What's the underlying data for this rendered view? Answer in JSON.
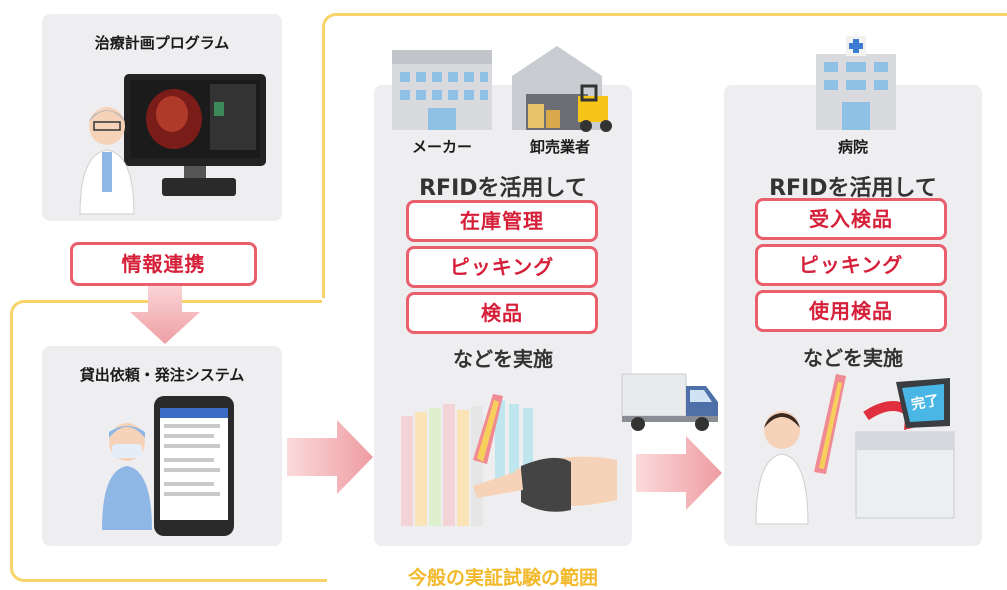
{
  "colors": {
    "accent_red": "#d6203a",
    "border_red": "#e95f6c",
    "arrow_pink": "#efa0a4",
    "scope_yellow": "#f8d36a",
    "card_gray": "#eeeef0"
  },
  "treatment_card": {
    "title": "治療計画プログラム",
    "icons": [
      "doctor-icon",
      "computer-monitor-icon"
    ]
  },
  "info_link": {
    "label": "情報連携"
  },
  "lending_card": {
    "title": "貸出依頼・発注システム",
    "icons": [
      "surgeon-icon",
      "smartphone-icon"
    ]
  },
  "maker_card": {
    "maker_label": "メーカー",
    "wholesaler_label": "卸売業者",
    "heading": "RFIDを活用して",
    "items": [
      "在庫管理",
      "ピッキング",
      "検品"
    ],
    "footer": "などを実施",
    "icons": [
      "factory-building-icon",
      "warehouse-forklift-icon",
      "rfid-scanner-glove-icon"
    ]
  },
  "hospital_card": {
    "hospital_label": "病院",
    "heading": "RFIDを活用して",
    "items": [
      "受入検品",
      "ピッキング",
      "使用検品"
    ],
    "footer": "などを実施",
    "kiosk_screen_text": "完了",
    "icons": [
      "hospital-building-icon",
      "nurse-icon",
      "kiosk-icon"
    ]
  },
  "transport_icon": "delivery-truck-icon",
  "scope_label": "今般の実証試験の範囲"
}
